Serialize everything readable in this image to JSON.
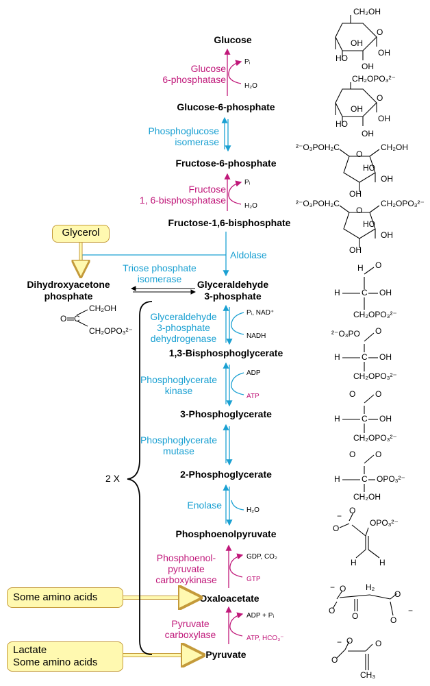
{
  "colors": {
    "gluconeogenic_enzyme": "#c0187a",
    "shared_enzyme": "#1aa0d2",
    "substrate_box_fill": "#fff9b0",
    "substrate_box_border": "#c49a3a",
    "text": "#000000"
  },
  "metabolites": {
    "glucose": "Glucose",
    "g6p": "Glucose-6-phosphate",
    "f6p": "Fructose-6-phosphate",
    "f16bp": "Fructose-1,6-bisphosphate",
    "dhap_line1": "Dihydroxyacetone",
    "dhap_line2": "phosphate",
    "gap_line1": "Glyceraldehyde",
    "gap_line2": "3-phosphate",
    "bpg13": "1,3-Bisphosphoglycerate",
    "pg3": "3-Phosphoglycerate",
    "pg2": "2-Phosphoglycerate",
    "pep": "Phosphoenolpyruvate",
    "oaa": "Oxaloacetate",
    "pyruvate": "Pyruvate"
  },
  "enzymes": {
    "g6pase": [
      "Glucose",
      "6-phosphatase"
    ],
    "pgi": [
      "Phosphoglucose",
      "isomerase"
    ],
    "fbpase": [
      "Fructose",
      "1, 6-bisphosphatase"
    ],
    "aldolase": [
      "Aldolase"
    ],
    "tpi": [
      "Triose phosphate",
      "isomerase"
    ],
    "gapdh": [
      "Glyceraldehyde",
      "3-phosphate",
      "dehydrogenase"
    ],
    "pgk": [
      "Phosphoglycerate",
      "kinase"
    ],
    "pgm": [
      "Phosphoglycerate",
      "mutase"
    ],
    "enolase": [
      "Enolase"
    ],
    "pepck": [
      "Phosphoenol-",
      "pyruvate",
      "carboxykinase"
    ],
    "pc": [
      "Pyruvate",
      "carboxylase"
    ]
  },
  "cofactors": {
    "g6pase_out": "Pᵢ",
    "g6pase_in": "H₂O",
    "fbpase_out": "Pᵢ",
    "fbpase_in": "H₂O",
    "gapdh_out": "Pᵢ, NAD⁺",
    "gapdh_in": "NADH",
    "pgk_out": "ADP",
    "pgk_in": "ATP",
    "enolase_in": "H₂O",
    "pepck_out": "GDP, CO₂",
    "pepck_in": "GTP",
    "pc_out": "ADP + Pᵢ",
    "pc_in": "ATP, HCO₃⁻"
  },
  "substrates": {
    "glycerol": "Glycerol",
    "amino_acids": "Some amino acids",
    "lactate_line1": "Lactate",
    "lactate_line2": "Some amino acids"
  },
  "multiplier": "2 X",
  "structures": {
    "ch2oh": "CH₂OH",
    "oh": "OH",
    "ho": "HO",
    "ch2opo3": "CH₂OPO₃²⁻",
    "o3poh2c": "²⁻O₃POH₂C",
    "o": "O",
    "h": "H",
    "c": "C",
    "opo3": "OPO₃²⁻",
    "o3po": "²⁻O₃PO",
    "minus": "−",
    "ch3": "CH₃",
    "h2": "H₂"
  }
}
